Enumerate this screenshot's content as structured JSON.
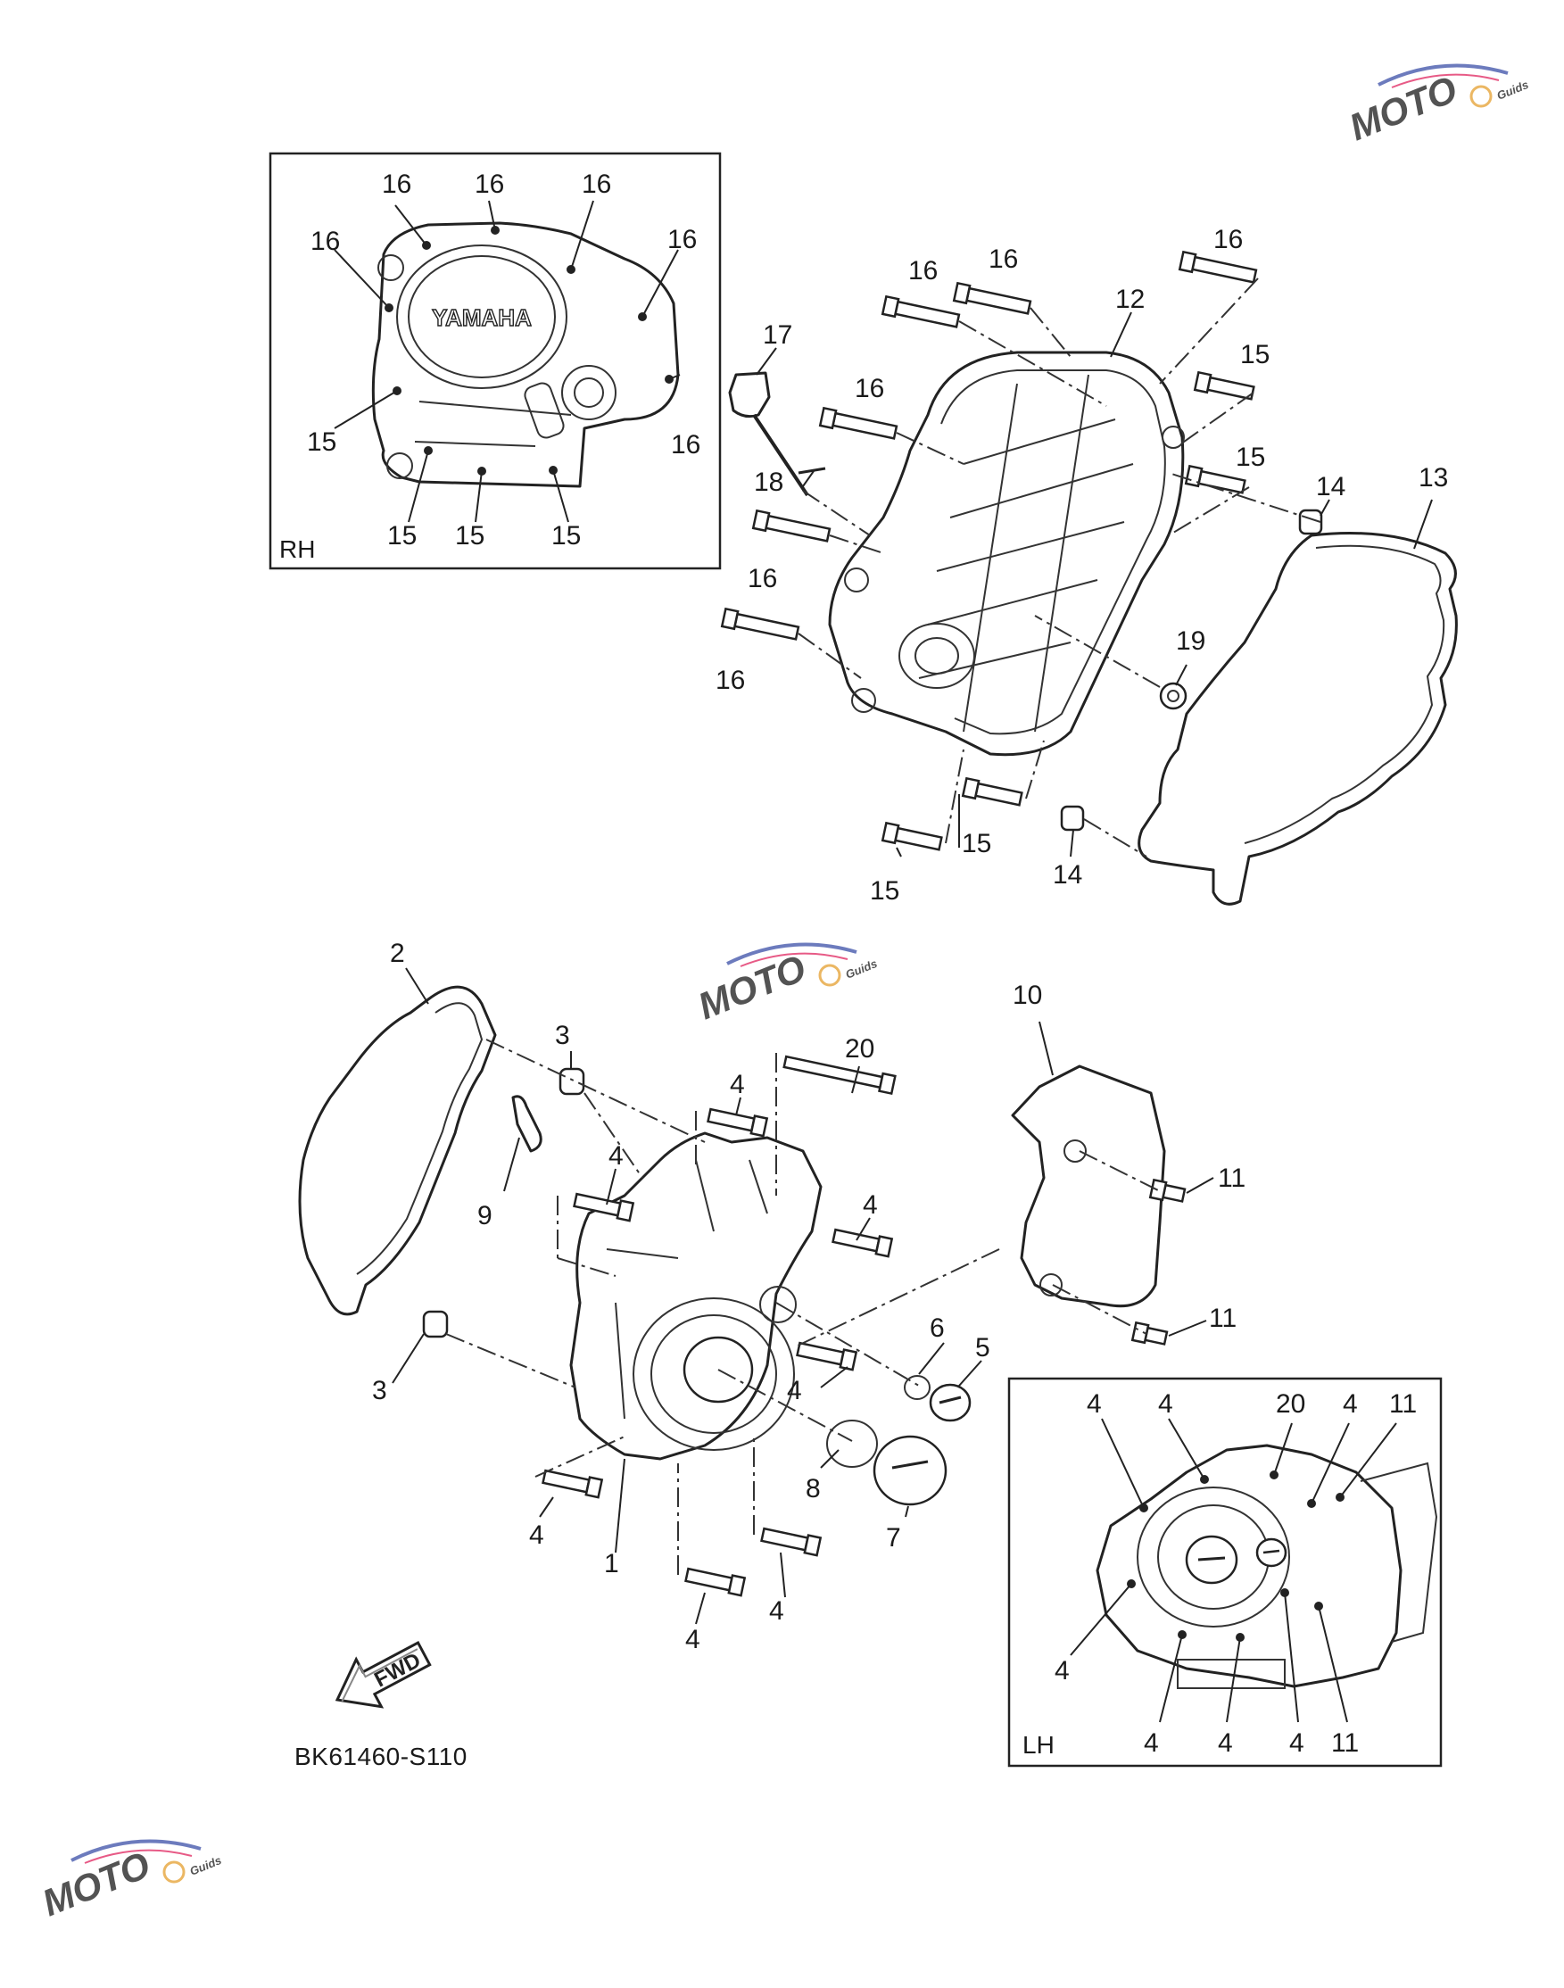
{
  "callouts": {
    "rh_16a": "16",
    "rh_16b": "16",
    "rh_16c": "16",
    "rh_16d": "16",
    "rh_16e": "16",
    "rh_16f": "16",
    "rh_15a": "15",
    "rh_15b": "15",
    "rh_15c": "15",
    "rh_15d": "15",
    "rh_brand": "YAMAHA",
    "r_17": "17",
    "r_16a": "16",
    "r_16b": "16",
    "r_12": "12",
    "r_16c": "16",
    "r_15a": "15",
    "r_16d": "16",
    "r_15b": "15",
    "r_18": "18",
    "r_14a": "14",
    "r_13": "13",
    "r_16e": "16",
    "r_16f": "16",
    "r_19": "19",
    "r_15c": "15",
    "r_14b": "14",
    "r_15d": "15",
    "l_2": "2",
    "l_10": "10",
    "l_3a": "3",
    "l_20": "20",
    "l_4a": "4",
    "l_4b": "4",
    "l_9": "9",
    "l_11a": "11",
    "l_4c": "4",
    "l_11b": "11",
    "l_6": "6",
    "l_5": "5",
    "l_3b": "3",
    "l_4d": "4",
    "l_8": "8",
    "l_7": "7",
    "l_4e": "4",
    "l_1": "1",
    "l_4f": "4",
    "l_4g": "4",
    "lh_4a": "4",
    "lh_4b": "4",
    "lh_20": "20",
    "lh_4c": "4",
    "lh_11a": "11",
    "lh_4d": "4",
    "lh_4e": "4",
    "lh_4f": "4",
    "lh_4g": "4",
    "lh_11b": "11"
  },
  "boxes": {
    "rh_label": "RH",
    "lh_label": "LH"
  },
  "fwd_label": "FWD",
  "diagram_code": "BK61460-S110",
  "watermark": {
    "brand": "MOTO",
    "sub": "Guids",
    "color_accent": "#e0245e",
    "color_arc": "#3b4fa8"
  }
}
